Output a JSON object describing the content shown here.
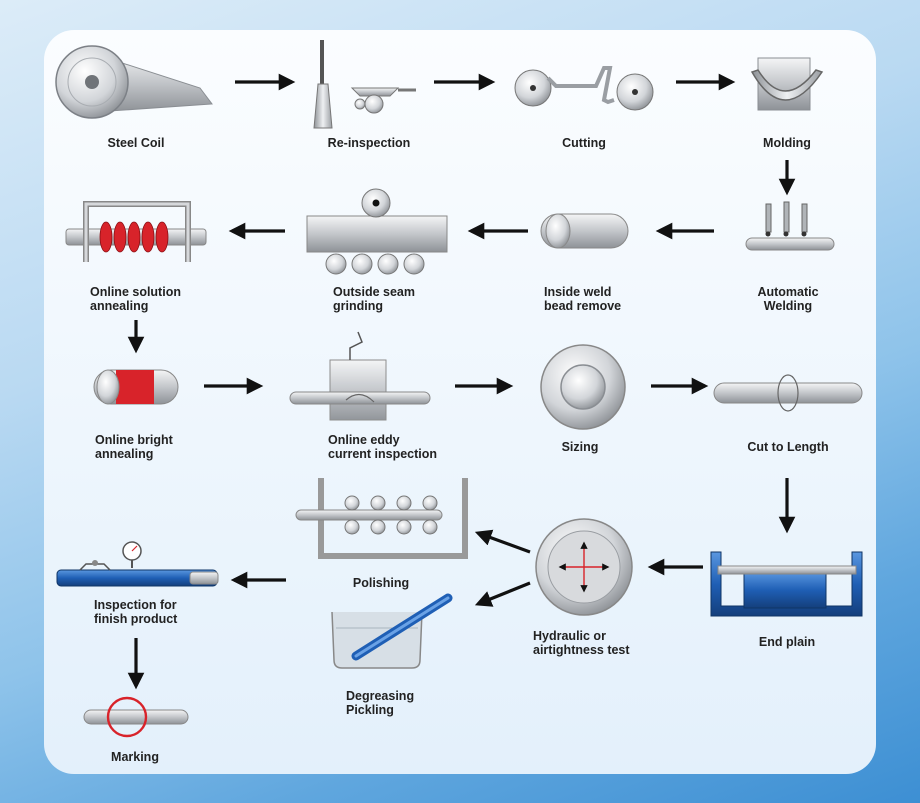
{
  "steps": {
    "steel_coil": "Steel Coil",
    "reinspection": "Re-inspection",
    "cutting": "Cutting",
    "molding": "Molding",
    "automatic_welding": [
      "Automatic",
      "Welding"
    ],
    "inside_weld": [
      "Inside weld",
      "bead remove"
    ],
    "outside_seam": [
      "Outside seam",
      "grinding"
    ],
    "online_solution": [
      "Online solution",
      "annealing"
    ],
    "online_bright": [
      "Online bright",
      "annealing"
    ],
    "online_eddy": [
      "Online eddy",
      "current inspection"
    ],
    "sizing": "Sizing",
    "cut_to_length": "Cut to Length",
    "end_plain": "End plain",
    "hydraulic": [
      "Hydraulic or",
      "airtightness test"
    ],
    "polishing": "Polishing",
    "degreasing": [
      "Degreasing",
      "Pickling"
    ],
    "inspection_finish": [
      "Inspection for",
      "finish product"
    ],
    "marking": "Marking"
  },
  "colors": {
    "accent_red": "#d8232a",
    "accent_blue": "#1f5fb5",
    "steel": "#c9ccd0",
    "arrow": "#111111"
  }
}
